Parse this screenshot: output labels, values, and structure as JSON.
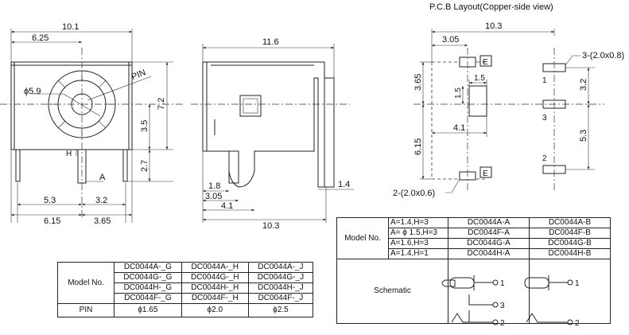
{
  "pcb_title": "P.C.B Layout(Copper-side view)",
  "left_view": {
    "dim_total_width": "10.1",
    "dim_center_offset": "6.25",
    "dim_height": "7.2",
    "dim_center_height": "3.5",
    "dim_pin_height": "2.7",
    "dim_phi": "ϕ5.9",
    "label_pin": "PIN",
    "label_h": "H",
    "label_a": "A",
    "dim_5_3": "5.3",
    "dim_3_2": "3.2",
    "dim_6_15": "6.15",
    "dim_3_65": "3.65"
  },
  "side_view": {
    "dim_length": "11.6",
    "dim_1_8": "1.8",
    "dim_3_05": "3.05",
    "dim_4_1": "4.1",
    "dim_10_3": "10.3",
    "dim_1_4": "1.4"
  },
  "pcb_view": {
    "dim_10_3": "10.3",
    "dim_3_05": "3.05",
    "dim_slot_top": "3-(2.0x0.8)",
    "dim_3_65": "3.65",
    "dim_1_5a": "1.5",
    "dim_1_5b": "1.5",
    "dim_3_2": "3.2",
    "dim_4_1": "4.1",
    "dim_6_15": "6.15",
    "dim_5_3": "5.3",
    "dim_slot_bottom": "2-(2.0x0.6)",
    "label_e1": "E",
    "label_e2": "E",
    "pin1": "1",
    "pin3": "3",
    "pin2": "2"
  },
  "model_table_right": {
    "model_no_label": "Model No.",
    "rows": [
      {
        "cond": "A=1.4,H=3",
        "a": "DC0044A-A",
        "b": "DC0044A-B"
      },
      {
        "cond": "A= ϕ 1.5,H=3",
        "a": "DC0044F-A",
        "b": "DC0044F-B"
      },
      {
        "cond": "A=1.6,H=3",
        "a": "DC0044G-A",
        "b": "DC0044G-B"
      },
      {
        "cond": "A=1.4,H=1",
        "a": "DC0044H-A",
        "b": "DC0044H-B"
      }
    ],
    "schematic_label": "Schematic",
    "sch_pin1a": "1",
    "sch_pin3": "3",
    "sch_pin2a": "2",
    "sch_pin1b": "1",
    "sch_pin2b": "2"
  },
  "model_table_left": {
    "model_no_label": "Model No.",
    "rows": [
      [
        "DC0044A-_G",
        "DC0044A-_H",
        "DC0044A-_J"
      ],
      [
        "DC0044G-_G",
        "DC0044G-_H",
        "DC0044G-_J"
      ],
      [
        "DC0044H-_G",
        "DC0044H-_H",
        "DC0044H-_J"
      ],
      [
        "DC0044F-_G",
        "DC0044F-_H",
        "DC0044F-_J"
      ]
    ],
    "pin_label": "PIN",
    "pins": [
      "ϕ1.65",
      "ϕ2.0",
      "ϕ2.5"
    ]
  }
}
